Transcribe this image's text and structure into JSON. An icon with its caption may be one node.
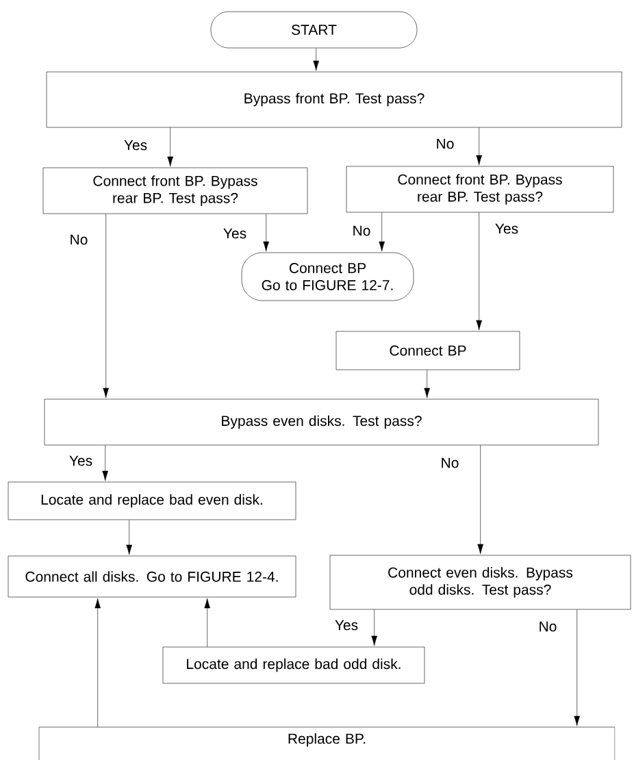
{
  "diagram": {
    "nodes": [
      {
        "text": [
          "START"
        ]
      },
      {
        "text": [
          "Bypass front BP. Test pass?"
        ]
      },
      {
        "text": [
          "Connect front BP. Bypass rear BP. Test pass?"
        ]
      },
      {
        "text": [
          "Connect front BP. Bypass rear BP. Test pass?"
        ]
      },
      {
        "text": [
          "Connect BP",
          "Go to FIGURE 12-7."
        ]
      },
      {
        "text": [
          "Connect BP"
        ]
      },
      {
        "text": [
          "Bypass even disks. Test pass?"
        ]
      },
      {
        "text": [
          "Locate and replace bad even disk."
        ]
      },
      {
        "text": [
          "Connect all disks. Go to FIGURE 12-4."
        ]
      },
      {
        "text": [
          "Connect even disks. Bypass odd disks. Test pass?"
        ]
      },
      {
        "text": [
          "Locate and replace bad odd disk."
        ]
      },
      {
        "text": [
          "Replace BP."
        ]
      }
    ],
    "edges": [
      {
        "from": 0,
        "to": 1,
        "arrow": "to"
      },
      {
        "from": 1,
        "to": 2,
        "arrow": "to",
        "label": "Yes"
      },
      {
        "from": 1,
        "to": 3,
        "arrow": "to",
        "label": "No"
      },
      {
        "from": 2,
        "to": 6,
        "arrow": "to",
        "label": "No"
      },
      {
        "from": 2,
        "to": 4,
        "arrow": "to",
        "label": "Yes"
      },
      {
        "from": 3,
        "to": 4,
        "arrow": "to",
        "label": "No"
      },
      {
        "from": 3,
        "to": 5,
        "arrow": "to",
        "label": "Yes"
      },
      {
        "from": 5,
        "to": 6,
        "arrow": "to"
      },
      {
        "from": 6,
        "to": 7,
        "arrow": "to",
        "label": "Yes"
      },
      {
        "from": 6,
        "to": 9,
        "arrow": "to",
        "label": "No"
      },
      {
        "from": 7,
        "to": 8,
        "arrow": "to"
      },
      {
        "from": 9,
        "to": 10,
        "arrow": "to",
        "label": "Yes"
      },
      {
        "from": 9,
        "to": 11,
        "arrow": "to",
        "label": "No"
      },
      {
        "from": 10,
        "to": 8,
        "arrow": "to"
      },
      {
        "from": 11,
        "to": 8,
        "arrow": "to"
      }
    ]
  }
}
